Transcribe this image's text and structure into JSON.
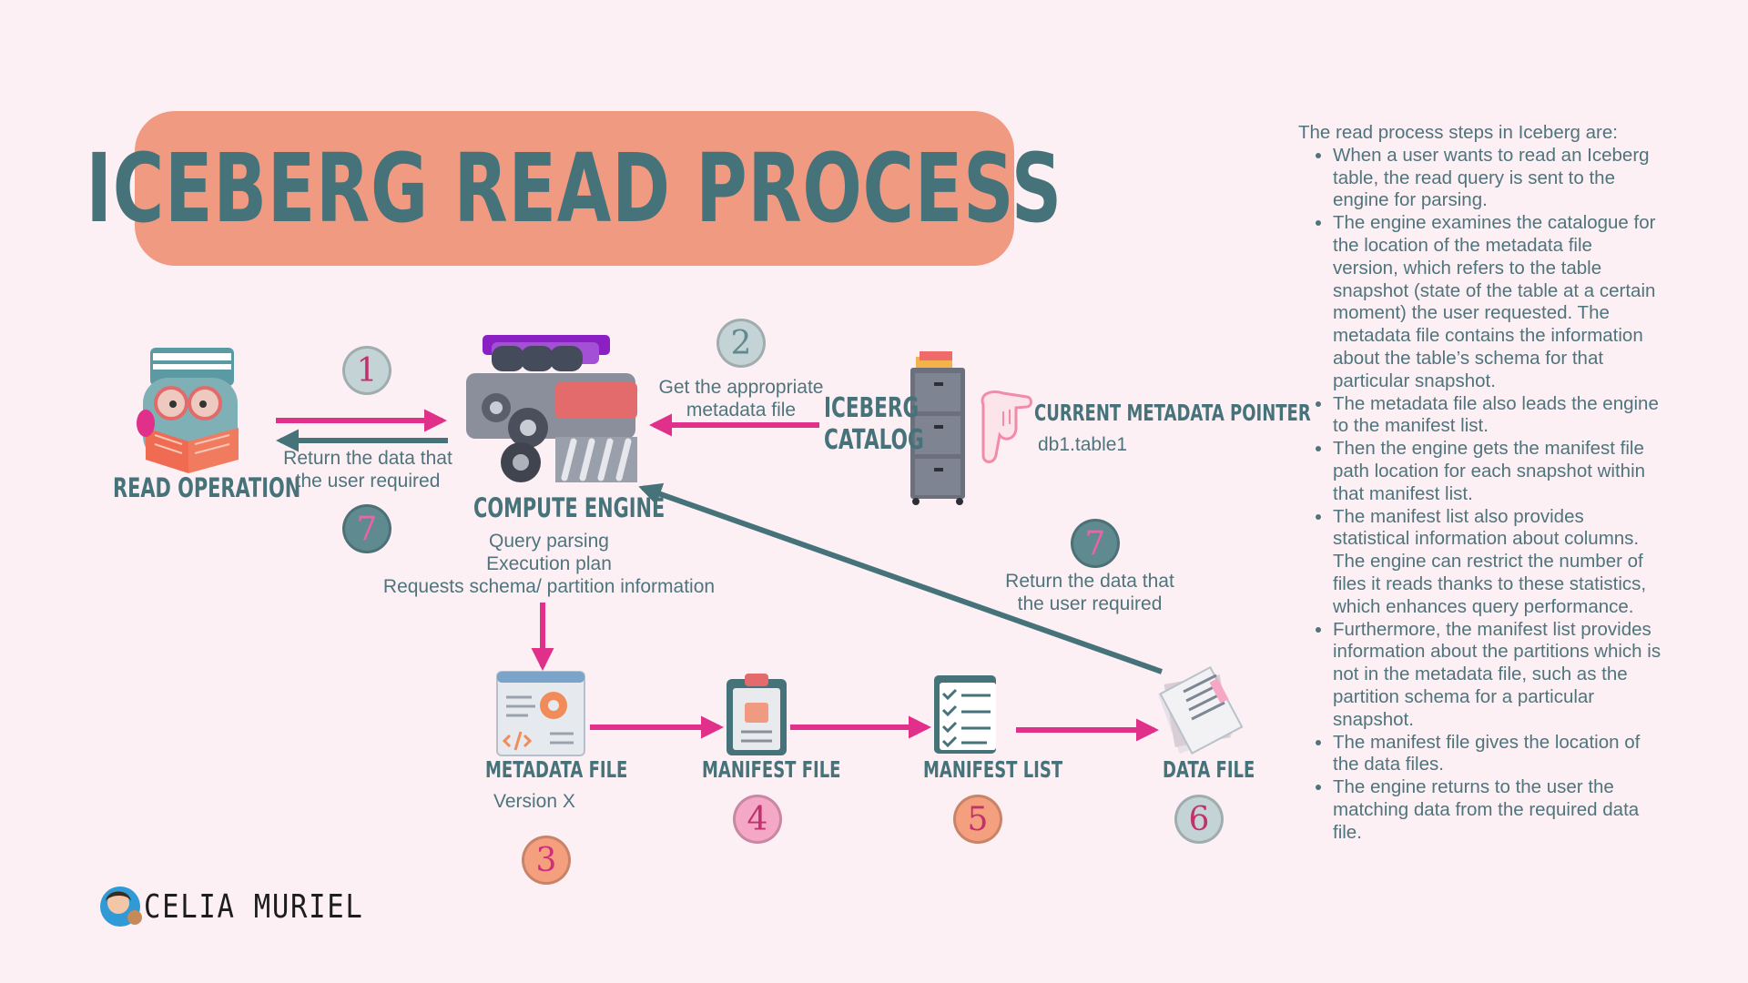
{
  "title": "ICEBERG READ PROCESS",
  "nodes": {
    "read_operation": "READ OPERATION",
    "compute_engine": "COMPUTE ENGINE",
    "compute_engine_details": [
      "Query parsing",
      "Execution plan",
      "Requests schema/ partition information"
    ],
    "iceberg_catalog": [
      "ICEBERG",
      "CATALOG"
    ],
    "current_metadata_pointer": "CURRENT METADATA POINTER",
    "pointer_value": "db1.table1",
    "metadata_file": "METADATA FILE",
    "metadata_version": "Version X",
    "manifest_file": "MANIFEST FILE",
    "manifest_list": "MANIFEST LIST",
    "data_file": "DATA FILE"
  },
  "edge_labels": {
    "return_data_left": [
      "Return the data that",
      "the user required"
    ],
    "get_metadata": [
      "Get the appropriate",
      "metadata file"
    ],
    "return_data_right": [
      "Return the data that",
      "the user required"
    ]
  },
  "steps": {
    "s1": "1",
    "s2": "2",
    "s3": "3",
    "s4": "4",
    "s5": "5",
    "s6": "6",
    "s7_left": "7",
    "s7_right": "7"
  },
  "colors": {
    "background": "#fdf0f5",
    "title_box": "#f09a82",
    "teal": "#467279",
    "pink_arrow": "#e0308a",
    "badge_teal": "#5e8a90",
    "badge_pink": "#f5a7c6",
    "badge_salmon": "#f4a07f",
    "badge_light": "#c4d3d5"
  },
  "explanation": {
    "intro": "The read process steps in Iceberg are:",
    "bullets": [
      "When a user wants to read an Iceberg table, the read query is sent to the engine for parsing.",
      "The engine examines the catalogue for the location of the metadata file version, which refers to the table snapshot (state of the table at a certain moment) the user requested. The metadata file contains the information about the table’s schema for that particular snapshot.",
      "The metadata file also leads the engine to the manifest list.",
      "Then the engine gets the manifest file path location for each snapshot within that manifest list.",
      "The manifest list also provides statistical information about columns. The engine can restrict the number of files it reads thanks to these statistics, which enhances query performance.",
      "Furthermore, the manifest list provides information about the partitions which is not in the metadata file, such as the partition schema for a particular snapshot.",
      "The manifest file gives the location of the data files.",
      "The engine returns to the user the matching data from the required data file."
    ]
  },
  "branding": {
    "name": "CELIA MURIEL"
  }
}
